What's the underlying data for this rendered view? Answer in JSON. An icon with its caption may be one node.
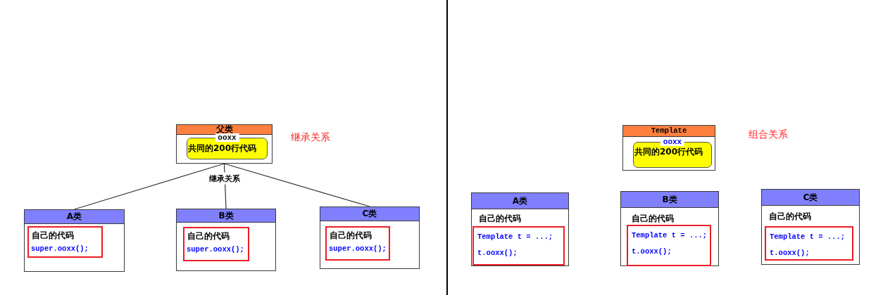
{
  "diagram": {
    "nodes": [
      {
        "text": [
          "父类"
        ]
      },
      {
        "text": [
          "ooxx",
          "共同的200行代码"
        ],
        "in": 0
      },
      {
        "text": [
          "A类"
        ]
      },
      {
        "text": [
          "自己的代码",
          "super.ooxx();"
        ],
        "in": 2
      },
      {
        "text": [
          "B类"
        ]
      },
      {
        "text": [
          "自己的代码",
          "super.ooxx();"
        ],
        "in": 4
      },
      {
        "text": [
          "C类"
        ]
      },
      {
        "text": [
          "自己的代码",
          "super.ooxx();"
        ],
        "in": 6
      },
      {
        "text": [
          "Template"
        ]
      },
      {
        "text": [
          "ooxx",
          "共同的200行代码"
        ],
        "in": 8
      },
      {
        "text": [
          "A类",
          "自己的代码"
        ]
      },
      {
        "text": [
          "Template t = ...;",
          "t.ooxx();"
        ],
        "in": 10
      },
      {
        "text": [
          "B类",
          "自己的代码"
        ]
      },
      {
        "text": [
          "Template t = ...;",
          "t.ooxx();"
        ],
        "in": 12
      },
      {
        "text": [
          "C类",
          "自己的代码"
        ]
      },
      {
        "text": [
          "Template t = ...;",
          "t.ooxx();"
        ],
        "in": 14
      }
    ],
    "edges": [
      {
        "from": 0,
        "to": 2,
        "arrow": "none"
      },
      {
        "from": 0,
        "to": 4,
        "arrow": "none",
        "label": "继承关系"
      },
      {
        "from": 0,
        "to": 6,
        "arrow": "none"
      }
    ],
    "labels": [
      "继承关系",
      "组合关系"
    ]
  }
}
